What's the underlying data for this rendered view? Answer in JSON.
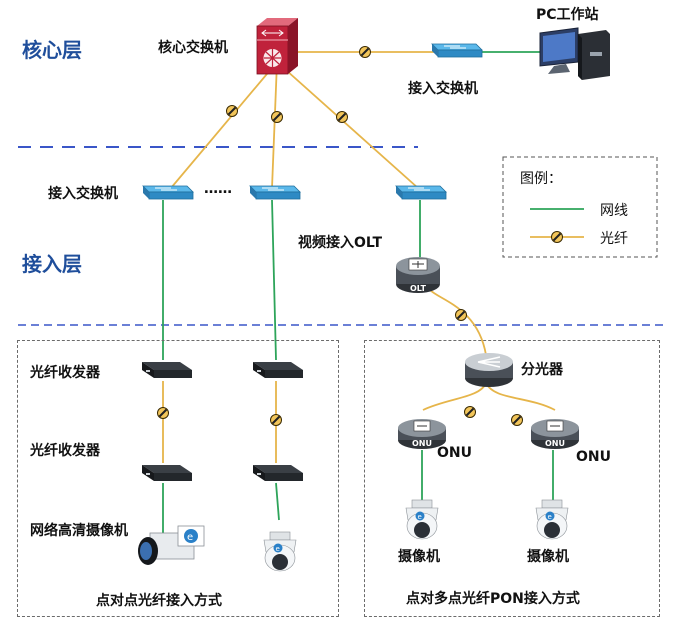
{
  "layers": {
    "core": "核心层",
    "access": "接入层"
  },
  "labels": {
    "core_switch": "核心交换机",
    "pc": "PC工作站",
    "access_switch_top": "接入交换机",
    "access_switch_left": "接入交换机",
    "dots": "……",
    "olt_label": "视频接入OLT",
    "olt_text": "OLT",
    "transceiver1": "光纤收发器",
    "transceiver2": "光纤收发器",
    "hd_camera": "网络高清摄像机",
    "splitter": "分光器",
    "onu_text": "ONU",
    "onu1": "ONU",
    "onu2": "ONU",
    "camera1": "摄像机",
    "camera2": "摄像机",
    "p2p_caption": "点对点光纤接入方式",
    "pon_caption": "点对多点光纤PON接入方式"
  },
  "legend": {
    "title": "图例：",
    "net": "网线",
    "fiber": "光纤"
  },
  "colors": {
    "layer_text": "#1f4e9b",
    "divider": "#3a56c8",
    "net_line": "#2da45a",
    "fiber_line": "#e6b54a",
    "switch_blue": "#2e9ad6",
    "core_red": "#c0223b"
  },
  "icons": {
    "core": "core-switch-icon",
    "switch": "access-switch-icon",
    "pc": "pc-workstation-icon",
    "olt": "olt-icon",
    "splitter": "splitter-icon",
    "onu": "onu-icon",
    "transceiver": "fiber-transceiver-icon",
    "box_camera": "box-camera-icon",
    "dome_camera": "dome-camera-icon",
    "fiber_marker": "fiber-marker-icon"
  }
}
